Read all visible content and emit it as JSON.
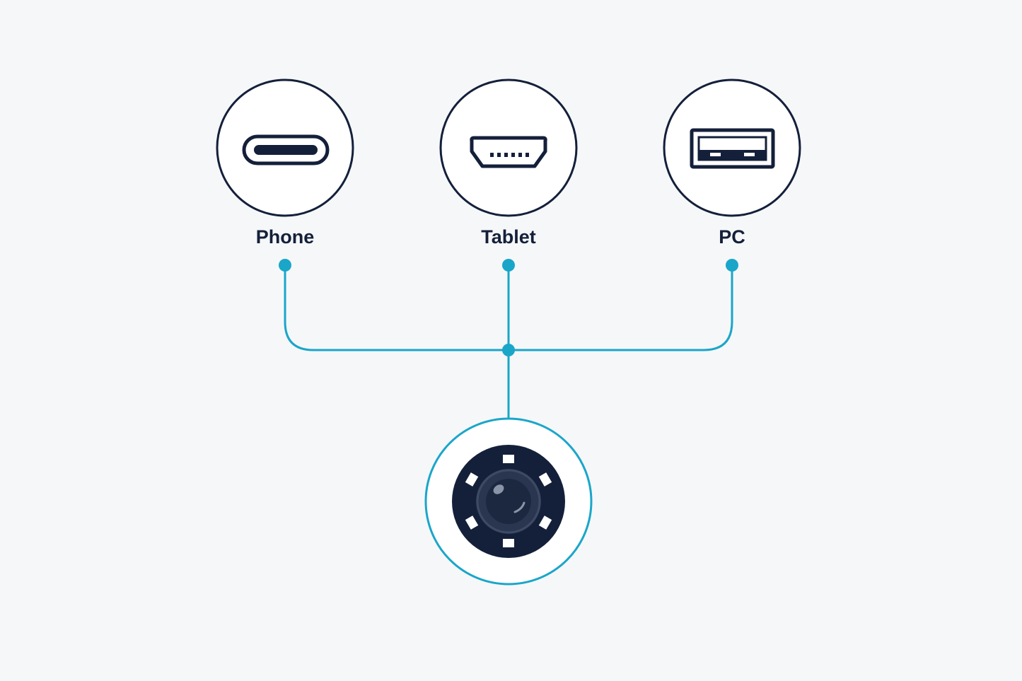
{
  "colors": {
    "background": "#f6f7f9",
    "outline": "#14203a",
    "connector": "#1aa6c9",
    "lens_body": "#14203a",
    "lens_inner": "#2a3650",
    "led": "#ffffff"
  },
  "devices": [
    {
      "label": "Phone",
      "port_icon": "usb-c-port-icon"
    },
    {
      "label": "Tablet",
      "port_icon": "micro-usb-port-icon"
    },
    {
      "label": "PC",
      "port_icon": "usb-a-port-icon"
    }
  ],
  "camera": {
    "icon": "camera-lens-icon",
    "led_count": 6
  }
}
